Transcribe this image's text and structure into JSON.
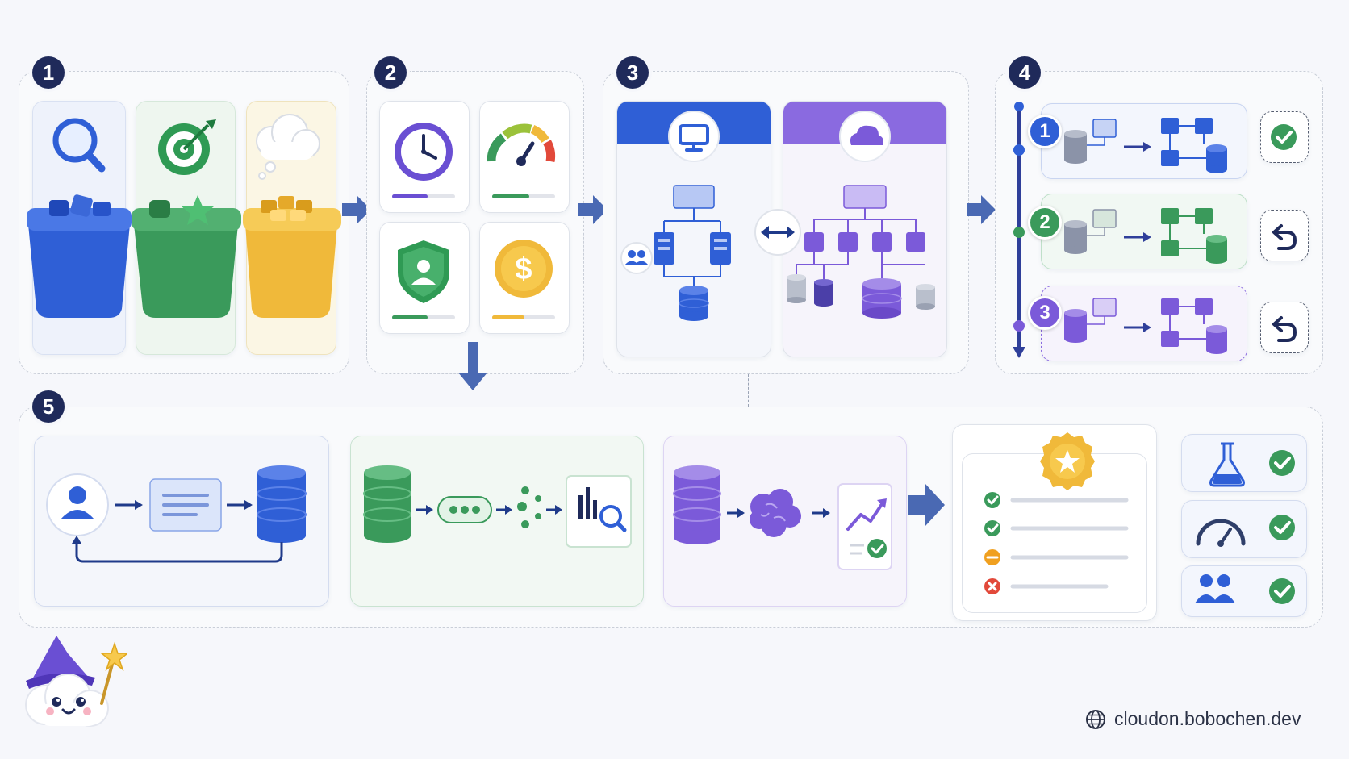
{
  "steps": {
    "s1": "1",
    "s2": "2",
    "s3": "3",
    "s4": "4",
    "s5": "5"
  },
  "migration_steps": [
    "1",
    "2",
    "3"
  ],
  "footer": {
    "site": "cloudon.bobochen.dev"
  },
  "colors": {
    "blue": "#2f5fd6",
    "green": "#3a9a5b",
    "yellow": "#f0b93a",
    "purple": "#7b5ad9",
    "navy": "#1f2a5a"
  },
  "icons": {
    "bucket_1": "search-icon",
    "bucket_2": "target-icon",
    "bucket_3": "thought-cloud-icon",
    "metrics": [
      "clock-icon",
      "gauge-icon",
      "shield-user-icon",
      "dollar-icon"
    ],
    "source": "monitor-icon",
    "target": "cloud-icon",
    "status": [
      "check-icon",
      "undo-icon",
      "undo-icon"
    ],
    "validation": [
      "flask-icon",
      "speedometer-icon",
      "users-icon"
    ]
  }
}
